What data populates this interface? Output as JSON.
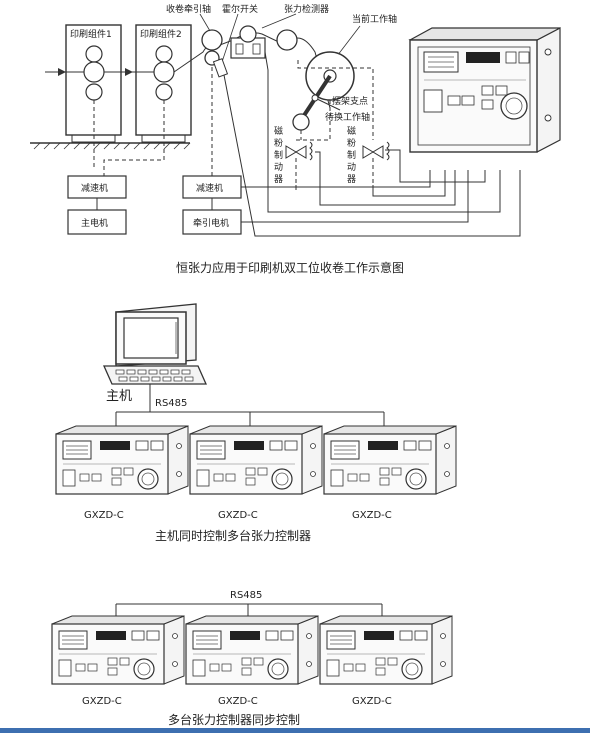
{
  "top_diagram": {
    "labels": {
      "printing_unit_1": "印刷组件1",
      "printing_unit_2": "印刷组件2",
      "rewind_traction_shaft": "收卷牵引轴",
      "hall_switch": "霍尔开关",
      "tension_detector": "张力检测器",
      "current_work_shaft": "当前工作轴",
      "swing_frame_pivot": "摆架支点",
      "standby_work_shaft": "待换工作轴",
      "reducer_1": "减速机",
      "main_motor": "主电机",
      "reducer_2": "减速机",
      "traction_motor": "牵引电机",
      "brake_left": "磁粉制动器",
      "brake_right": "磁粉制动器"
    },
    "caption": "恒张力应用于印刷机双工位收卷工作示意图"
  },
  "middle_diagram": {
    "host_label": "主机",
    "bus_label": "RS485",
    "controllers": [
      "GXZD-C",
      "GXZD-C",
      "GXZD-C"
    ],
    "caption": "主机同时控制多台张力控制器"
  },
  "bottom_diagram": {
    "bus_label": "RS485",
    "controllers": [
      "GXZD-C",
      "GXZD-C",
      "GXZD-C"
    ],
    "caption": "多台张力控制器同步控制"
  },
  "colors": {
    "line": "#333333",
    "bottom_bar": "#3d6fb0"
  }
}
